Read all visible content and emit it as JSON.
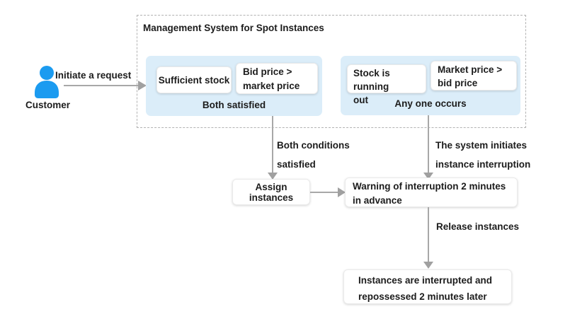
{
  "system_box": {
    "title": "Management System for Spot Instances",
    "left_panel": {
      "condition1": "Sufficient stock",
      "condition2": "Bid price >\nmarket price",
      "label": "Both satisfied"
    },
    "right_panel": {
      "condition1": "Stock is running\nout",
      "condition2": "Market price >\nbid price",
      "label": "Any one occurs"
    }
  },
  "customer": {
    "icon": "person-icon",
    "label": "Customer",
    "arrow_label": "Initiate a request"
  },
  "flow": {
    "both_conditions_label": "Both conditions\nsatisfied",
    "assign_box": "Assign instances",
    "system_initiates_label": "The system initiates\ninstance interruption",
    "warning_box": "Warning of interruption 2 minutes\nin advance",
    "release_label": "Release instances",
    "final_box": "Instances are interrupted and\nrepossessed 2 minutes later"
  },
  "colors": {
    "accent_blue": "#1b9bf0",
    "panel_blue": "#dbedf9",
    "arrow_gray": "#a0a0a0",
    "dash_border": "#b2b2b2"
  }
}
